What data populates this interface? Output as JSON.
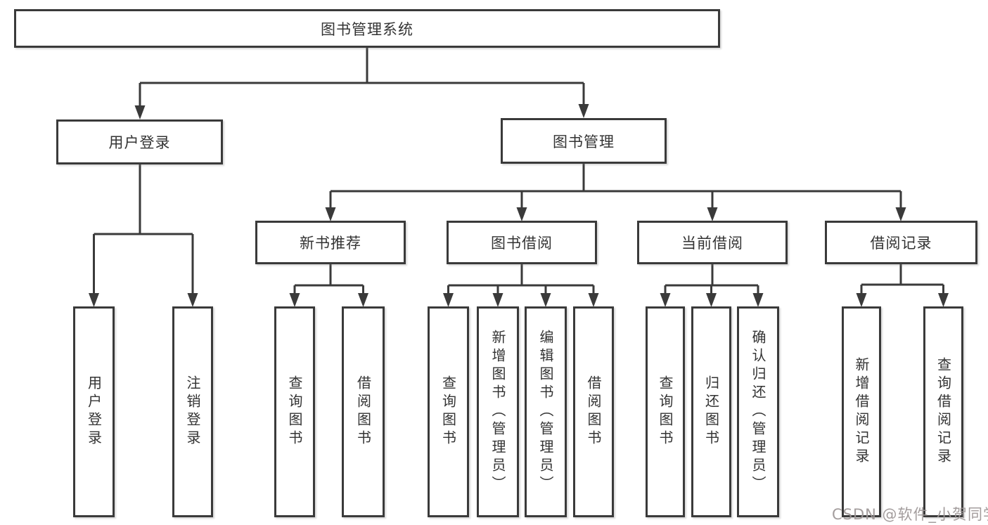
{
  "diagram": {
    "type": "hierarchy-tree",
    "nodes": {
      "root": {
        "label": "图书管理系统"
      },
      "level2": [
        {
          "label": "用户登录"
        },
        {
          "label": "图书管理"
        }
      ],
      "level3": [
        {
          "label": "新书推荐",
          "parent": "图书管理"
        },
        {
          "label": "图书借阅",
          "parent": "图书管理"
        },
        {
          "label": "当前借阅",
          "parent": "图书管理"
        },
        {
          "label": "借阅记录",
          "parent": "图书管理"
        }
      ],
      "leaves": [
        {
          "label": "用户登录",
          "parent": "用户登录"
        },
        {
          "label": "注销登录",
          "parent": "用户登录"
        },
        {
          "label": "查询图书",
          "parent": "新书推荐"
        },
        {
          "label": "借阅图书",
          "parent": "新书推荐"
        },
        {
          "label": "查询图书",
          "parent": "图书借阅"
        },
        {
          "label": "新增图书（管理员）",
          "parent": "图书借阅"
        },
        {
          "label": "编辑图书（管理员）",
          "parent": "图书借阅"
        },
        {
          "label": "借阅图书",
          "parent": "图书借阅"
        },
        {
          "label": "查询图书",
          "parent": "当前借阅"
        },
        {
          "label": "归还图书",
          "parent": "当前借阅"
        },
        {
          "label": "确认归还（管理员）",
          "parent": "当前借阅"
        },
        {
          "label": "新增借阅记录",
          "parent": "借阅记录"
        },
        {
          "label": "查询借阅记录",
          "parent": "借阅记录"
        }
      ]
    },
    "colors": {
      "line": "#3a3a3a",
      "text": "#333333",
      "background": "#ffffff",
      "watermark": "#9e9898"
    }
  },
  "watermark": {
    "text": "CSDN @软件_小贺同学"
  }
}
